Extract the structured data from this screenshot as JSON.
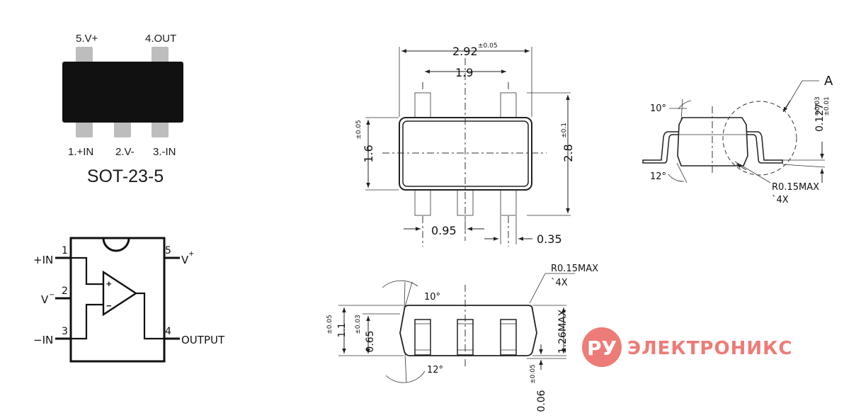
{
  "package": {
    "name": "SOT-23-5",
    "pins_top": [
      "5.V+",
      "4.OUT"
    ],
    "pins_bottom": [
      "1.+IN",
      "2.V-",
      "3.-IN"
    ]
  },
  "schematic": {
    "left_labels": [
      "+IN",
      "V",
      "−IN"
    ],
    "left_numbers": [
      "1",
      "2",
      "3"
    ],
    "right_numbers": [
      "5",
      "4"
    ],
    "right_labels": [
      "V",
      "OUTPUT"
    ],
    "sup_plus": "+",
    "sup_minus": "−",
    "plus": "+",
    "minus": "−"
  },
  "top_view": {
    "total_width": "2.92",
    "total_width_tol": "±0.05",
    "pin_span": "1.9",
    "body_width": "1.6",
    "body_width_tol": "±0.05",
    "total_length": "2.8",
    "total_length_tol": "±0.1",
    "pitch": "0.95",
    "lead_width": "0.35"
  },
  "side_view": {
    "angle_top": "10°",
    "angle_bottom": "12°",
    "lead_thickness": "0.127",
    "lead_thickness_tol_plus": "+0.03",
    "lead_thickness_tol_minus": "±0.01",
    "datum": "A",
    "radius": "R0.15MAX",
    "radius_count": "`4X"
  },
  "front_view": {
    "angle_top": "10°",
    "angle_bottom": "12°",
    "radius": "R0.15MAX",
    "radius_count": "`4X",
    "body_height": "1.1",
    "body_height_tol": "±0.05",
    "standoff_body": "0.65",
    "standoff_body_tol": "±0.03",
    "max_height": "1.26MAX",
    "standoff": "0.06",
    "standoff_tol": "±0.05"
  },
  "watermark": {
    "logo": "РУ",
    "text": "ЭЛЕКТРОНИКС",
    "color": "#e8504a"
  }
}
